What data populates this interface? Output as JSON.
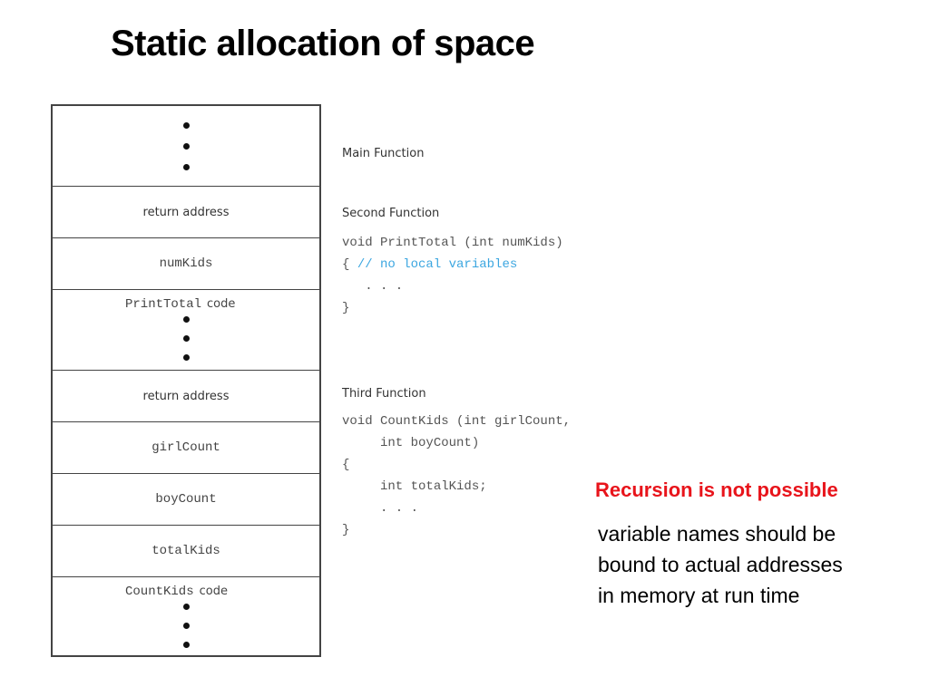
{
  "title": "Static allocation of space",
  "stack": {
    "return_address_1": "return address",
    "numKids": "numKids",
    "printtotal_name": "PrintTotal",
    "code_word": "code",
    "return_address_2": "return address",
    "girlCount": "girlCount",
    "boyCount": "boyCount",
    "totalKids": "totalKids",
    "countkids_name": "CountKids"
  },
  "functions": {
    "main_heading": "Main Function",
    "second_heading": "Second Function",
    "second_line1": "void PrintTotal (int numKids)",
    "second_brace_open": "{ ",
    "second_comment": "// no local variables",
    "second_ellipsis": "   . . .",
    "second_brace_close": "}",
    "third_heading": "Third Function",
    "third_line1": "void CountKids (int girlCount,",
    "third_line2": "     int boyCount)",
    "third_brace_open": "{",
    "third_line3": "     int totalKids;",
    "third_ellipsis": "     . . .",
    "third_brace_close": "}"
  },
  "callout": {
    "headline": "Recursion is not possible",
    "line1": "variable names should be",
    "line2": "bound to actual addresses",
    "line3": "in memory at run time"
  }
}
